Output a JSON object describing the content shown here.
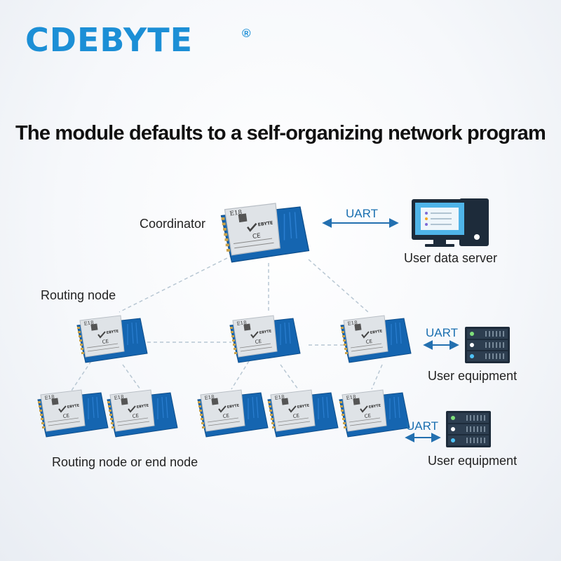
{
  "brand": {
    "name": "CDEBYTE",
    "registered": "®",
    "color": "#1c8fd6"
  },
  "headline": "The module defaults to a self-organizing network program",
  "labels": {
    "coordinator": "Coordinator",
    "routing_node": "Routing node",
    "routing_or_end": "Routing node or end node",
    "user_data_server": "User data server",
    "user_equipment_1": "User equipment",
    "user_equipment_2": "User equipment"
  },
  "links": {
    "uart_server": "UART",
    "uart_equip_1": "UART",
    "uart_equip_2": "UART"
  },
  "module": {
    "model": "E18",
    "brand": "EBYTE"
  },
  "colors": {
    "pcb": "#1565b0",
    "shield": "#d9dde2",
    "arrow": "#2370b0",
    "dash": "#b8c7d3",
    "server": "#1d2b3a"
  }
}
